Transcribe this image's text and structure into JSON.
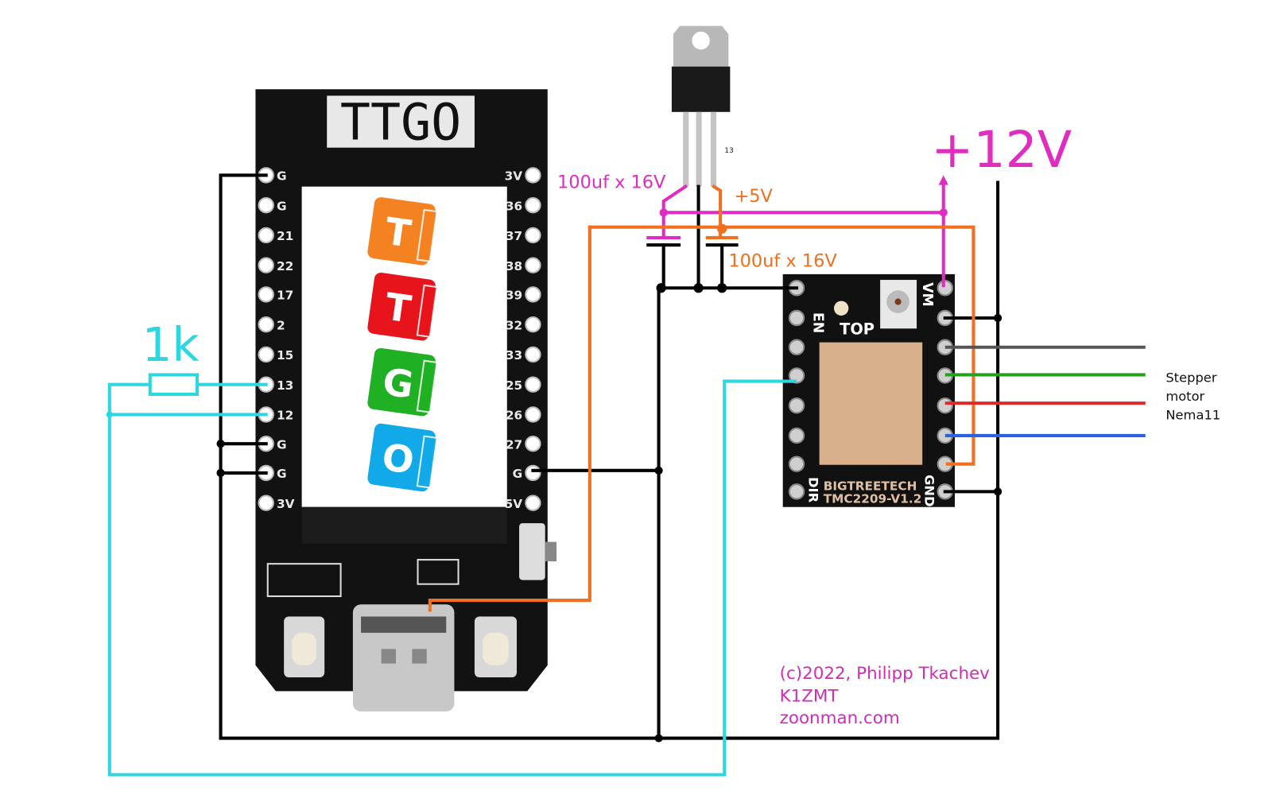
{
  "ttgo_board": {
    "title": "TTGO",
    "left_pins": [
      "G",
      "G",
      "21",
      "22",
      "17",
      "2",
      "15",
      "13",
      "12",
      "G",
      "G",
      "3V"
    ],
    "right_pins": [
      "3V",
      "36",
      "37",
      "38",
      "39",
      "32",
      "33",
      "25",
      "26",
      "27",
      "G",
      "5V"
    ],
    "screen_cubes": [
      {
        "letter": "T",
        "color": "#f58220"
      },
      {
        "letter": "T",
        "color": "#e8141c"
      },
      {
        "letter": "G",
        "color": "#1fb024"
      },
      {
        "letter": "O",
        "color": "#12a9e8"
      }
    ]
  },
  "regulator": {
    "side_note": "13"
  },
  "labels": {
    "cap_in": "100uf x 16V",
    "plus5v": "+5V",
    "cap_out": "100uf x 16V",
    "plus12v": "+12V",
    "resistor": "1k",
    "motor_lines": [
      "Stepper",
      "motor",
      "Nema11"
    ],
    "credits": [
      "(c)2022, Philipp Tkachev",
      "K1ZMT",
      "zoonman.com"
    ]
  },
  "driver": {
    "brand": "BIGTREETECH",
    "model": "TMC2209-V1.2",
    "top": "TOP",
    "en": "EN",
    "vm": "VM",
    "dir": "DIR",
    "gnd": "GND"
  },
  "colors": {
    "ground": "#000000",
    "v12": "#e02cc0",
    "v5": "#f07020",
    "signal": "#2ed6e0",
    "motor": [
      "#555555",
      "#26a020",
      "#e02828",
      "#2a62e0"
    ]
  }
}
